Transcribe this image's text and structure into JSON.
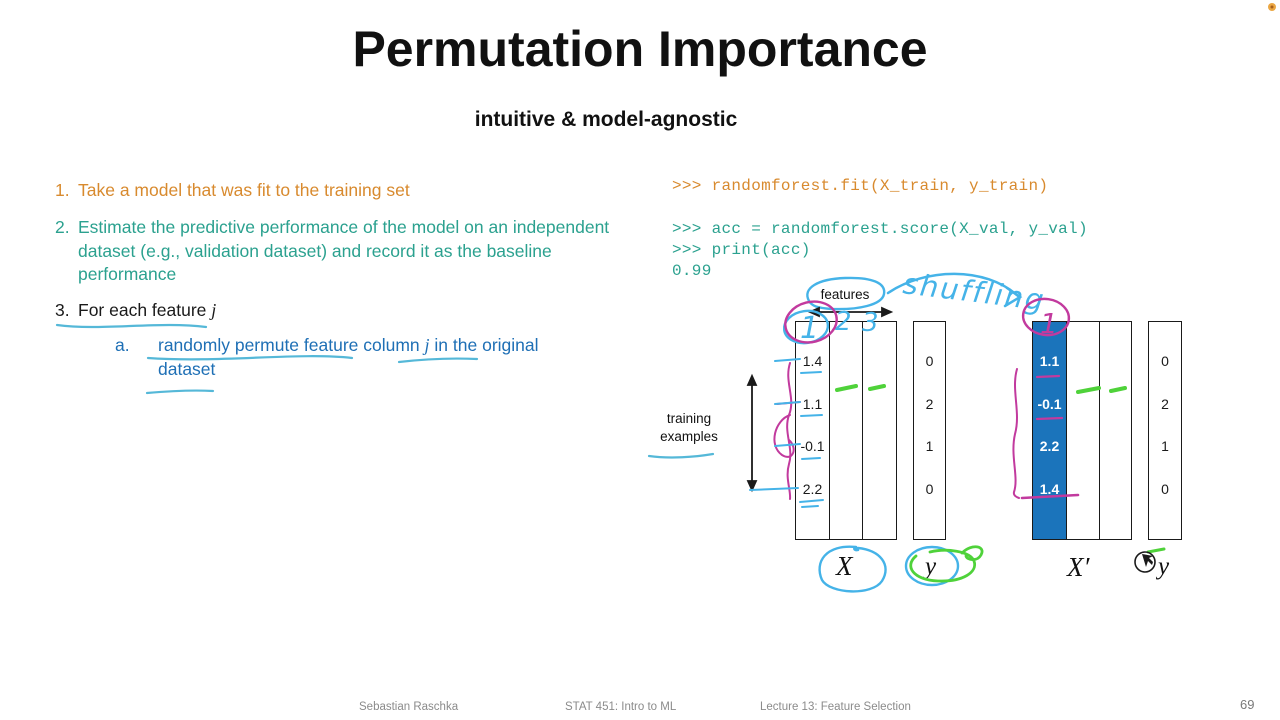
{
  "slide": {
    "title": "Permutation Importance",
    "subtitle": "intuitive & model-agnostic",
    "page_number": "69"
  },
  "steps": {
    "item1": {
      "num": "1.",
      "text": "Take a model that was fit to the training set"
    },
    "item2": {
      "num": "2.",
      "text": "Estimate the predictive performance of the model on an independent dataset (e.g., validation dataset) and record it as the baseline performance"
    },
    "item3": {
      "num": "3.",
      "part1": "For each feature ",
      "var": "j"
    },
    "item3a": {
      "num": "a.",
      "part1": "randomly permute feature column ",
      "var": "j",
      "part2": " in the original dataset"
    }
  },
  "code": {
    "line1": ">>> randomforest.fit(X_train, y_train)",
    "line2": ">>> acc = randomforest.score(X_val, y_val)",
    "line3": ">>> print(acc)",
    "line4": "0.99"
  },
  "diagram": {
    "features_label": "features",
    "training_examples_label": "training examples",
    "x_label": "X",
    "y_label": "y",
    "x_prime_label": "X′",
    "y_prime_label": "y",
    "x_values": [
      "1.4",
      "1.1",
      "-0.1",
      "2.2"
    ],
    "y_values": [
      "0",
      "2",
      "1",
      "0"
    ],
    "x_prime_values": [
      "1.1",
      "-0.1",
      "2.2",
      "1.4"
    ],
    "y_prime_values": [
      "0",
      "2",
      "1",
      "0"
    ],
    "handwritten": {
      "shuffling": "shuffling",
      "col1": "1",
      "col2": "2",
      "col3": "3",
      "x_prime_col": "1"
    }
  },
  "footer": {
    "author": "Sebastian Raschka",
    "course": "STAT 451: Intro to ML",
    "lecture": "Lecture 13: Feature Selection"
  },
  "colors": {
    "orange": "#d88a2e",
    "teal": "#2ba18f",
    "blue_text": "#1e6fb5",
    "column_highlight": "#1b74bb",
    "magenta": "#c23a9e",
    "cyan_ink": "#45b3e8",
    "green_ink": "#4fd23a",
    "footer_gray": "#8b8b8b"
  }
}
